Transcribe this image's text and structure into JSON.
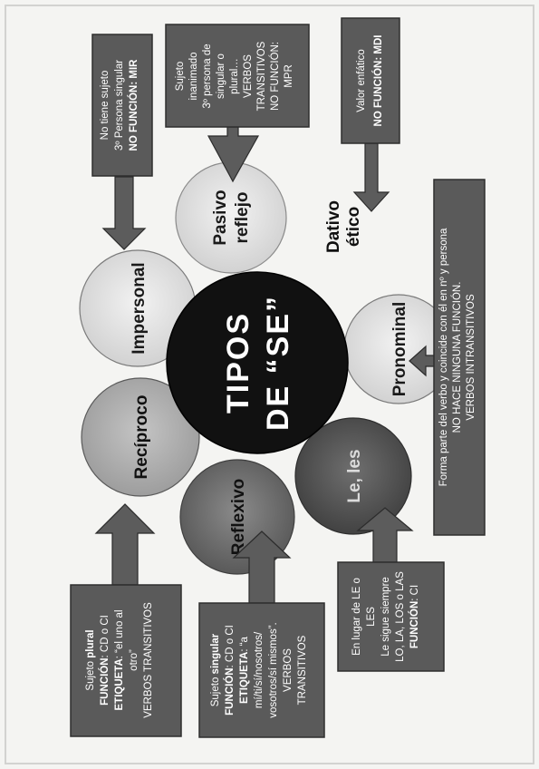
{
  "diagram": {
    "center": {
      "line1": "TIPOS",
      "line2": "DE “SE”"
    },
    "circles": {
      "reciproco": "Recíproco",
      "impersonal": "Impersonal",
      "pasivo_line1": "Pasivo",
      "pasivo_line2": "reflejo",
      "pronominal": "Pronominal",
      "le_les": "Le, les",
      "reflexivo": "Reflexivo"
    },
    "dativo": {
      "line1": "Dativo",
      "line2": "ético"
    },
    "boxes": {
      "impersonal": {
        "line1": "No tiene sujeto",
        "line2": "3º Persona singular",
        "line3": "NO FUNCIÓN: MIR"
      },
      "pasivo": {
        "line1": "Sujeto",
        "line2": "inanimado",
        "line3": "3º persona de",
        "line4": "singular o",
        "line5": "plural…",
        "line6": "VERBOS",
        "line7": "TRANSITIVOS",
        "line8": "NO FUNCIÓN:",
        "line9": "MPR"
      },
      "dativo": {
        "line1": "Valor enfático",
        "line2": "NO FUNCIÓN: MDI"
      },
      "pronominal": {
        "line1": "Forma parte del verbo y coincide con él en nº y persona",
        "line2": "NO HACE NINGUNA FUNCIÓN.",
        "line3": "VERBOS INTRANSITIVOS"
      },
      "reciproco": {
        "line1a": "Sujeto ",
        "line1b": "plural",
        "line2a": "FUNCIÓN",
        "line2b": ": CD o CI",
        "line3a": "ETIQUETA",
        "line3b": ": “el uno al",
        "line4": "otro”",
        "line5": "VERBOS TRANSITIVOS"
      },
      "reflexivo": {
        "line1a": "Sujeto ",
        "line1b": "singular",
        "line2a": "FUNCIÓN",
        "line2b": ": CD o CI",
        "line3a": "ETIQUETA",
        "line3b": ": “a",
        "line4": "mí/ti/sí/nosotros/",
        "line5": "vosotros/sí mismos”.",
        "line6": "VERBOS",
        "line7": "TRANSITIVOS"
      },
      "le_les": {
        "line1": "En lugar de LE o",
        "line2": "LES",
        "line3": "Le sigue siempre",
        "line4": "LO, LA, LOS o LAS",
        "line5a": "FUNCIÓN",
        "line5b": ": CI"
      }
    }
  }
}
